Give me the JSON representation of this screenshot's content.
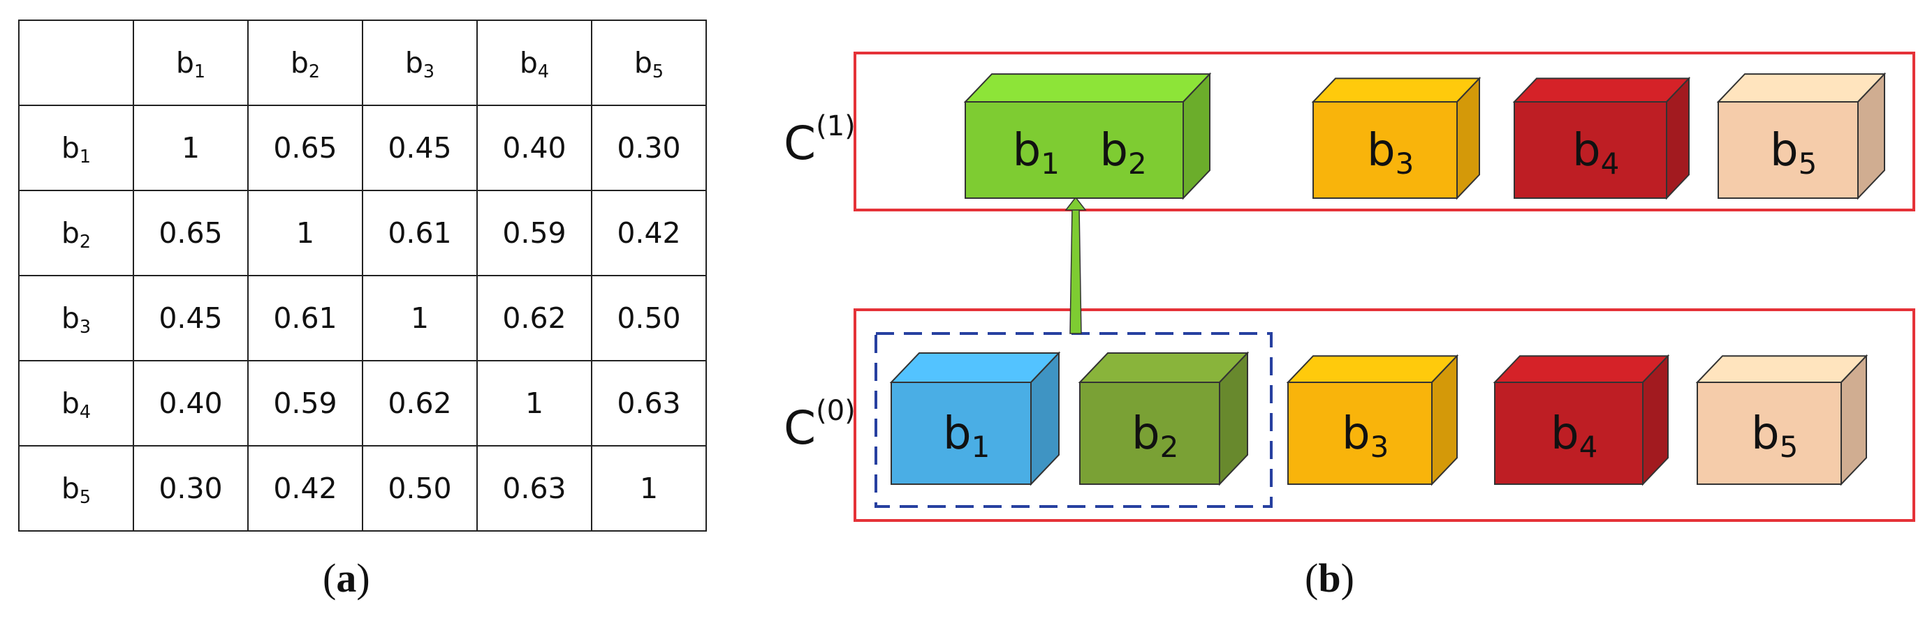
{
  "panel_a": {
    "caption": "(a)",
    "caption_letter": "a",
    "table": {
      "headers": [
        "",
        "b1",
        "b2",
        "b3",
        "b4",
        "b5"
      ],
      "rows": [
        {
          "label": "b1",
          "values": [
            "1",
            "0.65",
            "0.45",
            "0.40",
            "0.30"
          ]
        },
        {
          "label": "b2",
          "values": [
            "0.65",
            "1",
            "0.61",
            "0.59",
            "0.42"
          ]
        },
        {
          "label": "b3",
          "values": [
            "0.45",
            "0.61",
            "1",
            "0.62",
            "0.50"
          ]
        },
        {
          "label": "b4",
          "values": [
            "0.40",
            "0.59",
            "0.62",
            "1",
            "0.63"
          ]
        },
        {
          "label": "b5",
          "values": [
            "0.30",
            "0.42",
            "0.50",
            "0.63",
            "1"
          ]
        }
      ]
    }
  },
  "panel_b": {
    "caption": "(b)",
    "caption_letter": "b",
    "levels": [
      {
        "label": "C(1)",
        "label_base": "C",
        "label_sup": "(1)",
        "blocks": [
          {
            "text": [
              "b1",
              "b2"
            ],
            "color": "#7ecc32"
          },
          {
            "text": [
              "b3"
            ],
            "color": "#f9b40b"
          },
          {
            "text": [
              "b4"
            ],
            "color": "#be1e24"
          },
          {
            "text": [
              "b5"
            ],
            "color": "#f5ccaa"
          }
        ]
      },
      {
        "label": "C(0)",
        "label_base": "C",
        "label_sup": "(0)",
        "blocks": [
          {
            "text": [
              "b1"
            ],
            "color": "#4aaee5"
          },
          {
            "text": [
              "b2"
            ],
            "color": "#7aa135"
          },
          {
            "text": [
              "b3"
            ],
            "color": "#f9b40b"
          },
          {
            "text": [
              "b4"
            ],
            "color": "#be1e24"
          },
          {
            "text": [
              "b5"
            ],
            "color": "#f5ccaa"
          }
        ]
      }
    ],
    "colors": {
      "level_frame": "#e53238",
      "merge_group_frame": "#2740a0",
      "merge_arrow": "#7ecc32",
      "block_edge": "#333333"
    }
  }
}
